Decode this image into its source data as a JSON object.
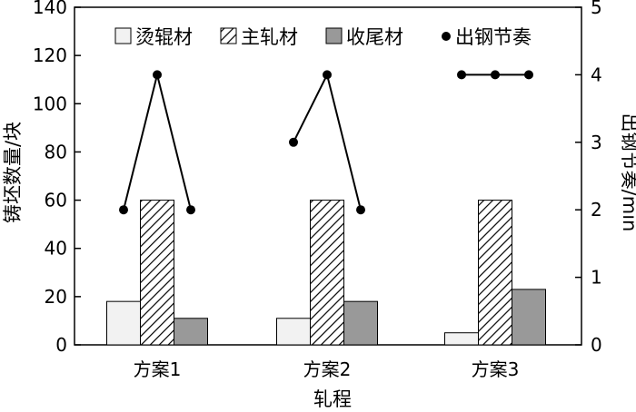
{
  "chart_data": {
    "type": "bar",
    "xlabel": "轧程",
    "ylabel": "铸坯数量/块",
    "y2label": "出钢节奏/min",
    "categories": [
      "方案1",
      "方案2",
      "方案3"
    ],
    "ylim": [
      0,
      140
    ],
    "yticks": [
      0,
      20,
      40,
      60,
      80,
      100,
      120,
      140
    ],
    "y2lim": [
      0,
      5
    ],
    "y2ticks": [
      0,
      1,
      2,
      3,
      4,
      5
    ],
    "legend_position": "top",
    "series": [
      {
        "name": "烫辊材",
        "values": [
          18,
          11,
          5
        ],
        "fill": "#f2f2f2"
      },
      {
        "name": "主轧材",
        "values": [
          60,
          60,
          60
        ],
        "fill": "hatch"
      },
      {
        "name": "收尾材",
        "values": [
          11,
          18,
          23
        ],
        "fill": "#999999"
      }
    ],
    "line_series": {
      "name": "出钢节奏",
      "axis": "right",
      "groups": [
        [
          2,
          4,
          2
        ],
        [
          3,
          4,
          2
        ],
        [
          4,
          4,
          4
        ]
      ]
    }
  }
}
